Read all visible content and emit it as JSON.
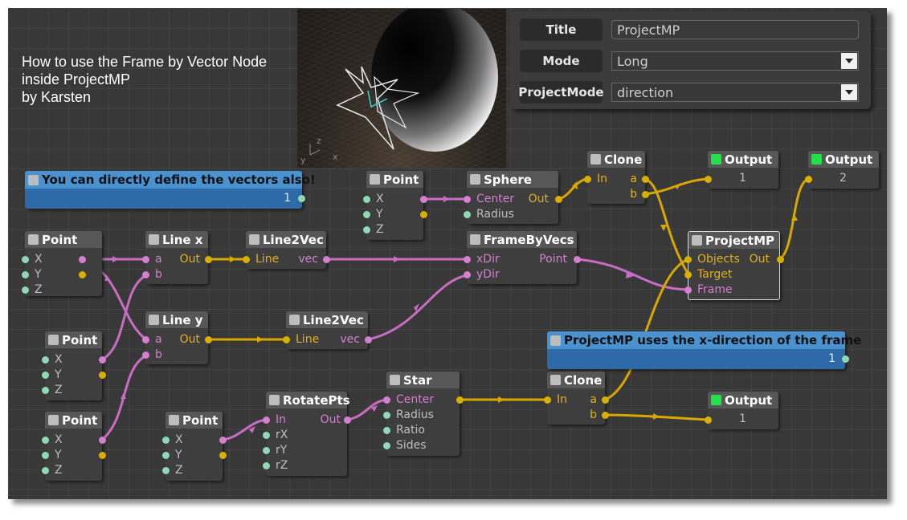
{
  "caption": {
    "line1": "How to use the Frame by Vector Node",
    "line2": "inside ProjectMP",
    "line3": "by Karsten"
  },
  "properties": {
    "title_label": "Title",
    "title_value": "ProjectMP",
    "mode_label": "Mode",
    "mode_value": "Long",
    "projectmode_label": "ProjectMode",
    "projectmode_value": "direction"
  },
  "viewport": {
    "axis_y": "y",
    "axis_z": "z",
    "axis_x": "x"
  },
  "comments": {
    "define_vectors": {
      "title": "You can directly define the vectors also!",
      "value": "1"
    },
    "xdirection": {
      "title": "ProjectMP uses the x-direction of the frame",
      "value": "1"
    }
  },
  "nodes": {
    "point1": {
      "title": "Point",
      "x": "X",
      "y": "Y",
      "z": "Z"
    },
    "point2": {
      "title": "Point",
      "x": "X",
      "y": "Y",
      "z": "Z"
    },
    "point3": {
      "title": "Point",
      "x": "X",
      "y": "Y",
      "z": "Z"
    },
    "point4": {
      "title": "Point",
      "x": "X",
      "y": "Y",
      "z": "Z"
    },
    "point5": {
      "title": "Point",
      "x": "X",
      "y": "Y",
      "z": "Z"
    },
    "linex": {
      "title": "Line x",
      "a": "a",
      "b": "b",
      "out": "Out"
    },
    "liney": {
      "title": "Line y",
      "a": "a",
      "b": "b",
      "out": "Out"
    },
    "line2vec1": {
      "title": "Line2Vec",
      "in": "Line",
      "out": "vec"
    },
    "line2vec2": {
      "title": "Line2Vec",
      "in": "Line",
      "out": "vec"
    },
    "sphere": {
      "title": "Sphere",
      "center": "Center",
      "radius": "Radius",
      "out": "Out"
    },
    "framebyvecs": {
      "title": "FrameByVecs",
      "xdir": "xDir",
      "ydir": "yDir",
      "out": "Point"
    },
    "clone1": {
      "title": "Clone",
      "in": "In",
      "a": "a",
      "b": "b"
    },
    "clone2": {
      "title": "Clone",
      "in": "In",
      "a": "a",
      "b": "b"
    },
    "output1": {
      "title": "Output",
      "value": "1"
    },
    "output2": {
      "title": "Output",
      "value": "2"
    },
    "output3": {
      "title": "Output",
      "value": "1"
    },
    "projectmp": {
      "title": "ProjectMP",
      "objects": "Objects",
      "target": "Target",
      "frame": "Frame",
      "out": "Out"
    },
    "rotatepts": {
      "title": "RotatePts",
      "in": "In",
      "rx": "rX",
      "ry": "rY",
      "rz": "rZ",
      "out": "Out"
    },
    "star": {
      "title": "Star",
      "center": "Center",
      "radius": "Radius",
      "ratio": "Ratio",
      "sides": "Sides"
    }
  },
  "colors": {
    "canvas": "#383838",
    "node": "#3e3e3e",
    "node_header": "#575757",
    "wire_pink": "#c96cc4",
    "wire_yellow": "#d9a800",
    "comment": "#2f6aa8",
    "comment_header": "#4a92cf",
    "output_indicator": "#22e04a"
  }
}
